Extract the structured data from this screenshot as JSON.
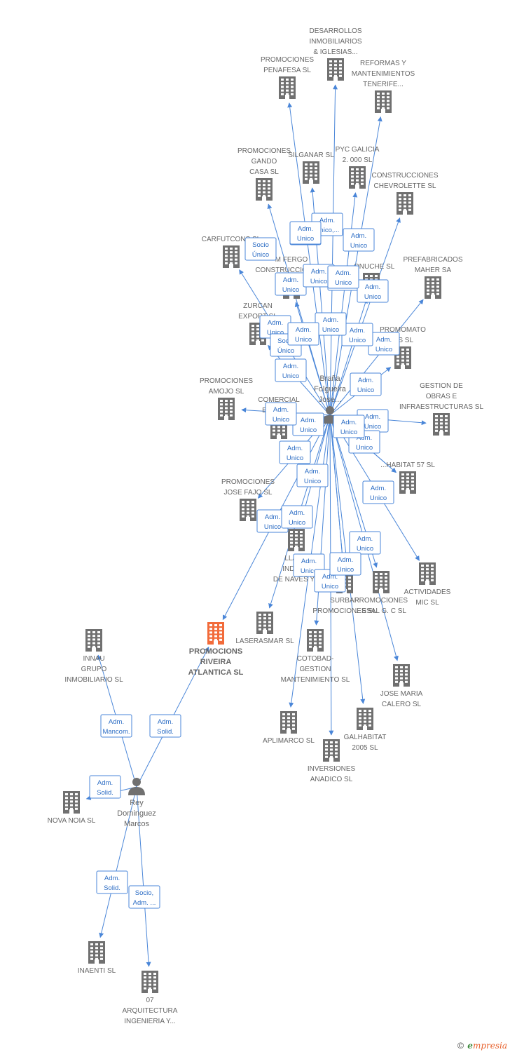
{
  "colors": {
    "building": "#707070",
    "highlight": "#f26b3a",
    "edge": "#4a86d8",
    "person": "#707070"
  },
  "persons": [
    {
      "id": "brana",
      "label": [
        "Braña",
        "Folgueira",
        "Jose..."
      ]
    },
    {
      "id": "rey",
      "label": [
        "Rey",
        "Dominguez",
        "Marcos"
      ]
    }
  ],
  "companies": [
    {
      "id": "desarrollos",
      "label": [
        "DESARROLLOS",
        "INMOBILIARIOS",
        "& IGLESIAS..."
      ]
    },
    {
      "id": "penafesa",
      "label": [
        "PROMOCIONES",
        "PENAFESA SL"
      ]
    },
    {
      "id": "reformas",
      "label": [
        "REFORMAS Y",
        "MANTENIMIENTOS",
        "TENERIFE..."
      ]
    },
    {
      "id": "gando",
      "label": [
        "PROMOCIONES",
        "GANDO",
        "CASA SL"
      ]
    },
    {
      "id": "silganar",
      "label": [
        "SILGANAR SL"
      ]
    },
    {
      "id": "pyc",
      "label": [
        "PYC GALICIA",
        "2. 000 SL"
      ]
    },
    {
      "id": "chevrolette",
      "label": [
        "CONSTRUCCIONES",
        "CHEVROLETTE SL"
      ]
    },
    {
      "id": "carfutcons",
      "label": [
        "CARFUTCONS SL"
      ]
    },
    {
      "id": "fergo",
      "label": [
        "M FERGO",
        "CONSTRUCCIONES..."
      ]
    },
    {
      "id": "onuche",
      "label": [
        "...ONUCHE SL"
      ]
    },
    {
      "id": "maher",
      "label": [
        "PREFABRICADOS",
        "MAHER SA"
      ]
    },
    {
      "id": "zurcan",
      "label": [
        "ZURCAN",
        "EXPORT SL"
      ]
    },
    {
      "id": "promomato",
      "label": [
        "PROMOMATO",
        "...S SL"
      ]
    },
    {
      "id": "amojo",
      "label": [
        "PROMOCIONES",
        "AMOJO SL"
      ]
    },
    {
      "id": "comercial",
      "label": [
        "COMERCIAL",
        "BALL... SL"
      ]
    },
    {
      "id": "gestion",
      "label": [
        "GESTION DE",
        "OBRAS E",
        "INFRAESTRUCTURAS SL"
      ]
    },
    {
      "id": "habitat57",
      "label": [
        "...HABITAT 57 SL"
      ]
    },
    {
      "id": "josefajo",
      "label": [
        "PROMOCIONES",
        "JOSE FAJO SL"
      ]
    },
    {
      "id": "llad",
      "label": [
        "LLAD...",
        "INDUS...",
        "DE NAVES Y..."
      ]
    },
    {
      "id": "actividades",
      "label": [
        "ACTIVIDADES",
        "MIC  SL"
      ]
    },
    {
      "id": "surbar",
      "label": [
        "SURBAR",
        "PROMOCIONES SL"
      ]
    },
    {
      "id": "gc",
      "label": [
        "PROMOCIONES",
        "...ESAL G. C SL"
      ]
    },
    {
      "id": "riveira",
      "label": [
        "PROMOCIONS",
        "RIVEIRA",
        "ATLANTICA SL"
      ],
      "highlight": true
    },
    {
      "id": "laserasmar",
      "label": [
        "LASERASMAR SL"
      ]
    },
    {
      "id": "cotobad",
      "label": [
        "COTOBAD-",
        "GESTION",
        "MANTENIMIENTO SL"
      ]
    },
    {
      "id": "josemaria",
      "label": [
        "JOSE MARIA",
        "CALERO SL"
      ]
    },
    {
      "id": "innau",
      "label": [
        "INNAU",
        "GRUPO",
        "INMOBILIARIO SL"
      ]
    },
    {
      "id": "aplimarco",
      "label": [
        "APLIMARCO SL"
      ]
    },
    {
      "id": "galhabitat",
      "label": [
        "GALHABITAT",
        "2005 SL"
      ]
    },
    {
      "id": "anadico",
      "label": [
        "INVERSIONES",
        "ANADICO SL"
      ]
    },
    {
      "id": "novanoia",
      "label": [
        "NOVA NOIA SL"
      ]
    },
    {
      "id": "inaenti",
      "label": [
        "INAENTI SL"
      ]
    },
    {
      "id": "arquitectura",
      "label": [
        "07",
        "ARQUITECTURA",
        "INGENIERIA Y..."
      ]
    }
  ],
  "edge_labels": [
    [
      "Adm.",
      "Unico"
    ],
    [
      "Adm.",
      "Unico,..."
    ],
    [
      "Adm.",
      "Unico"
    ],
    [
      "Socio",
      "Único"
    ],
    [
      "Adm.",
      "Unico"
    ],
    [
      "Adm.",
      "Unico"
    ],
    [
      "Adm.",
      "Unico"
    ],
    [
      "Adm.",
      "Unico"
    ],
    [
      "Adm.",
      "Unico"
    ],
    [
      "Adm.",
      "Unico"
    ],
    [
      "Adm.",
      "Unico"
    ],
    [
      "Adm.",
      "Unico"
    ],
    [
      "Adm.",
      "Unico"
    ],
    [
      "Socio",
      "Único"
    ],
    [
      "Adm.",
      "Unico"
    ],
    [
      "Adm.",
      "Unico"
    ],
    [
      "Adm.",
      "Unico"
    ],
    [
      "Adm.",
      "Unico"
    ],
    [
      "Adm.",
      "Unico"
    ],
    [
      "Adm.",
      "Unico"
    ],
    [
      "Adm.",
      "Unico"
    ],
    [
      "Adm.",
      "Unico"
    ],
    [
      "Adm.",
      "Unico"
    ],
    [
      "Adm.",
      "Unico"
    ],
    [
      "Adm.",
      "Unico"
    ],
    [
      "Adm.",
      "Unico"
    ],
    [
      "Adm.",
      "Unico"
    ],
    [
      "Adm.",
      "Unico"
    ],
    [
      "Adm.",
      "Unico"
    ],
    [
      "Adm.",
      "Unico"
    ],
    [
      "Adm.",
      "Unico"
    ],
    [
      "Adm.",
      "Unico"
    ],
    [
      "Adm.",
      "Mancom."
    ],
    [
      "Adm.",
      "Solid."
    ],
    [
      "Adm.",
      "Solid."
    ],
    [
      "Adm.",
      "Solid."
    ],
    [
      "Socio,",
      "Adm. ..."
    ]
  ],
  "footer": {
    "copyright": "©",
    "brand_e": "e",
    "brand_rest": "mpresia"
  }
}
